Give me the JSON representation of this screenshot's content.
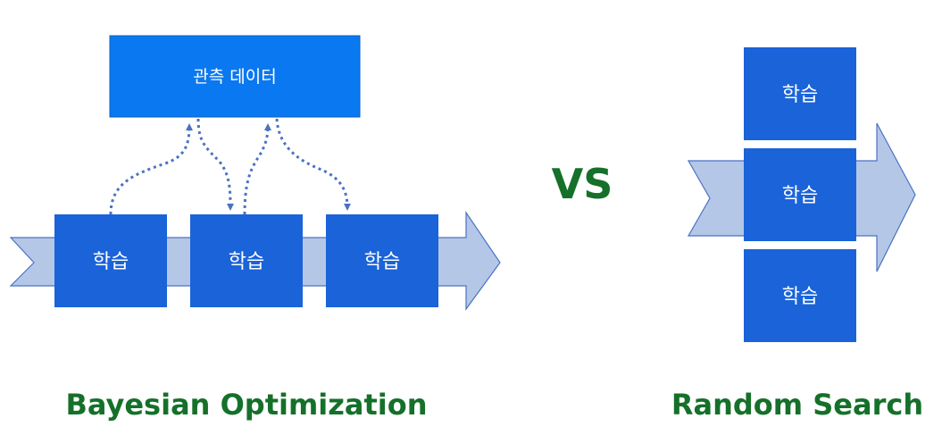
{
  "bayesian": {
    "observed_label": "관측 데이터",
    "train_labels": [
      "학습",
      "학습",
      "학습"
    ],
    "caption": "Bayesian Optimization"
  },
  "vs_label": "VS",
  "random": {
    "train_labels": [
      "학습",
      "학습",
      "학습"
    ],
    "caption": "Random Search"
  },
  "colors": {
    "arrow_fill": "#b4c7e7",
    "arrow_stroke": "#4a72c4",
    "train_box": "#1a63d9",
    "observed_box": "#0a78f0",
    "dotted_arrow": "#4a72c4",
    "caption_text": "#15702a"
  }
}
